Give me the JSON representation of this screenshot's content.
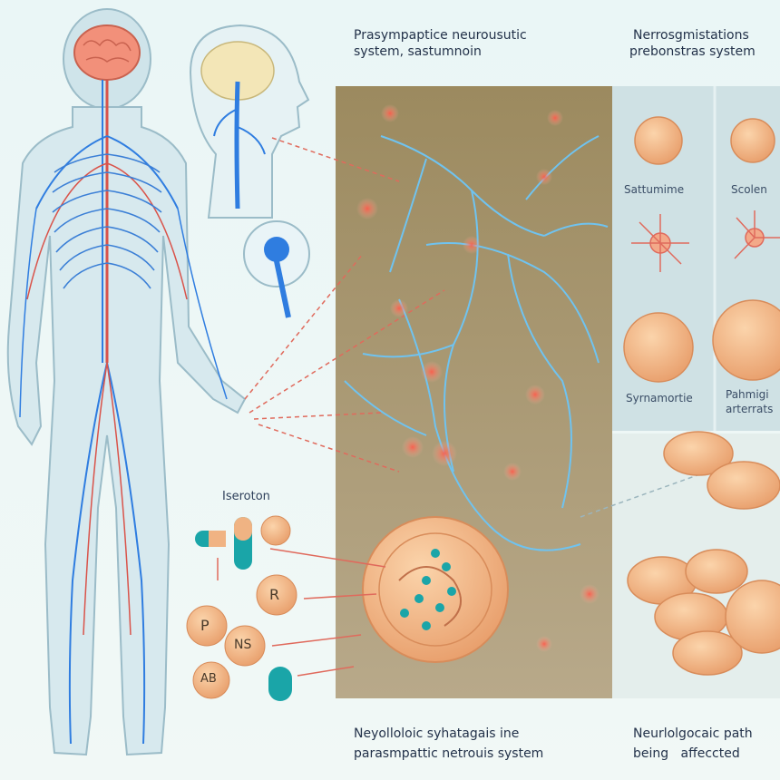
{
  "headings": {
    "top_center_line1": "Prasympaptice neurousutic",
    "top_center_line2": "system, sastumnoin",
    "top_right_line1": "Nerrosgmistations",
    "top_right_line2": "prebonstras system",
    "bottom_center_line1": "Neyolloloic syhatagais ine",
    "bottom_center_line2": "parasmpattic netrouis system",
    "bottom_right_line1": "Neurlolgocaic path",
    "bottom_right_line2": "being   affeccted"
  },
  "labels": {
    "iseroton": "Iseroton",
    "coin_p": "P",
    "coin_ns": "NS",
    "coin_r": "R",
    "coin_ab": "AB"
  },
  "panel_labels": {
    "sample1": "Sattumime",
    "sample2": "Scolen",
    "sample3": "Syrnamortie",
    "sample4_line1": "Pahmigi",
    "sample4_line2": "arterrats"
  },
  "colors": {
    "nerve_blue": "#2f7de0",
    "nerve_red": "#d9534a",
    "synapse_glow": "#ff5a4a",
    "panel_brown": "#a89872",
    "panel_blue": "#cfe1e6",
    "coin": "#f0b383",
    "capsule_teal": "#1aa5a8"
  }
}
